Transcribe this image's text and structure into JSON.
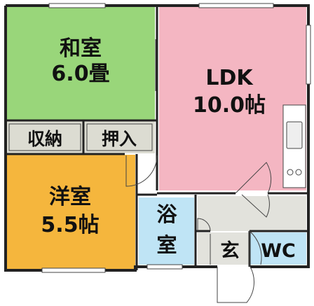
{
  "rooms": {
    "washitsu": {
      "name": "和室",
      "size": "6.0畳",
      "fill": "#99d67a"
    },
    "ldk": {
      "name": "LDK",
      "size": "10.0帖",
      "fill": "#f4b6c2"
    },
    "youshitsu": {
      "name": "洋室",
      "size": "5.5帖",
      "fill": "#f5b63d"
    },
    "shuno": {
      "name": "収納",
      "fill": "#dcdcd2"
    },
    "oshiire": {
      "name": "押入",
      "fill": "#dcdcd2"
    },
    "bath": {
      "name_top": "浴",
      "name_bottom": "室",
      "fill": "#bfe4f5"
    },
    "entrance": {
      "name": "玄",
      "fill": "#e2e2dc"
    },
    "wc": {
      "name": "WC",
      "fill": "#bfe4f5"
    },
    "hall": {
      "fill": "#e2e2dc"
    }
  },
  "colors": {
    "wall": "#222222",
    "line": "#444444"
  }
}
